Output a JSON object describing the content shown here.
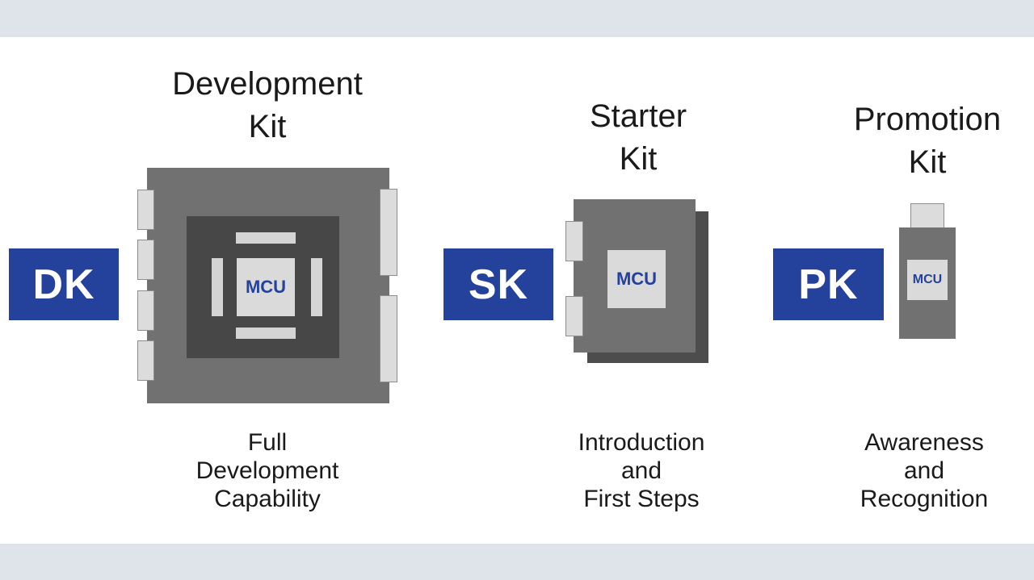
{
  "colors": {
    "badge": "#24419b",
    "board": "#717171",
    "board_shadow": "#4d4d4d",
    "connector": "#dcdcdc",
    "chip": "#dadada",
    "band": "#dfe3ea"
  },
  "kits": [
    {
      "title": "Development\nKit",
      "badge": "DK",
      "chip_label": "MCU",
      "caption": "Full\nDevelopment\nCapability"
    },
    {
      "title": "Starter\nKit",
      "badge": "SK",
      "chip_label": "MCU",
      "caption": "Introduction\nand\nFirst Steps"
    },
    {
      "title": "Promotion\nKit",
      "badge": "PK",
      "chip_label": "MCU",
      "caption": "Awareness\nand\nRecognition"
    }
  ]
}
